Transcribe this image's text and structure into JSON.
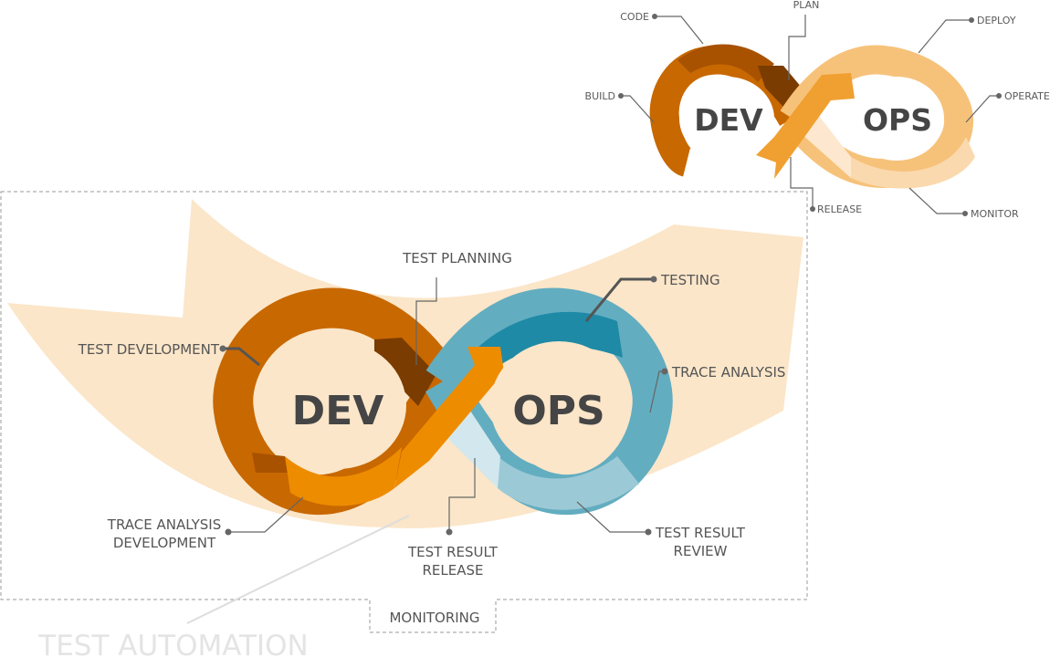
{
  "top_diagram": {
    "dev": "DEV",
    "ops": "OPS",
    "labels": {
      "code": "CODE",
      "plan": "PLAN",
      "deploy": "DEPLOY",
      "build": "BUILD",
      "operate": "OPERATE",
      "release": "RELEASE",
      "monitor": "MONITOR"
    },
    "colors": {
      "dev_dark": "#a85200",
      "dev_mid": "#c86800",
      "dev_shadow": "#7a3c00",
      "cross": "#f0a030",
      "ops_light": "#f6c27a",
      "ops_pale": "#fbd9ae",
      "ops_faint": "#fde8cf"
    }
  },
  "main_diagram": {
    "dev": "DEV",
    "ops": "OPS",
    "labels": {
      "test_planning": "TEST PLANNING",
      "testing": "TESTING",
      "test_development": "TEST DEVELOPMENT",
      "trace_analysis": "TRACE ANALYSIS",
      "trace_analysis_development_1": "TRACE ANALYSIS",
      "trace_analysis_development_2": "DEVELOPMENT",
      "test_result_release_1": "TEST RESULT",
      "test_result_release_2": "RELEASE",
      "test_result_review_1": "TEST RESULT",
      "test_result_review_2": "REVIEW",
      "monitoring": "MONITORING",
      "test_automation": "TEST AUTOMATION"
    },
    "colors": {
      "banner": "#fbe6c9",
      "dev_mid": "#c86800",
      "dev_shadow": "#7a3c00",
      "cross": "#ee8c00",
      "teal_dark": "#1e8aa6",
      "teal_mid": "#63adc0",
      "teal_light": "#9cc9d6",
      "teal_pale": "#d2e8ee"
    }
  }
}
